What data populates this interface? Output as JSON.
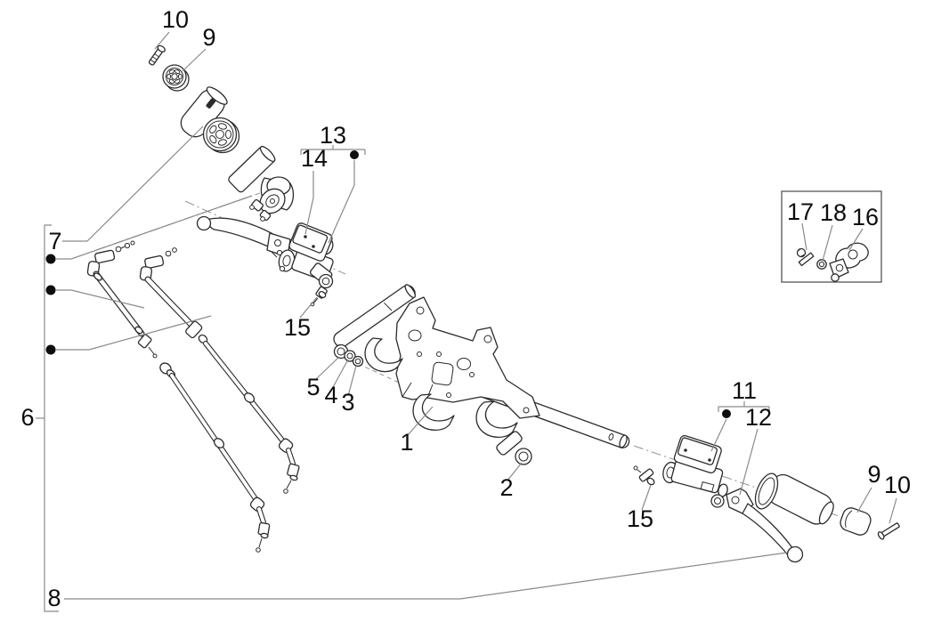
{
  "figure": {
    "kind": "exploded-parts-diagram",
    "background_color": "#ffffff",
    "outline_color": "#2b2b2b",
    "leader_color": "#8a8a8a",
    "label_color": "#0d0d0d"
  },
  "callouts": [
    {
      "text": "10"
    },
    {
      "text": "9"
    },
    {
      "text": "13"
    },
    {
      "text": "14"
    },
    {
      "text": "7"
    },
    {
      "text": "15"
    },
    {
      "text": "5"
    },
    {
      "text": "4"
    },
    {
      "text": "3"
    },
    {
      "text": "6"
    },
    {
      "text": "1"
    },
    {
      "text": "2"
    },
    {
      "text": "11"
    },
    {
      "text": "12"
    },
    {
      "text": "15"
    },
    {
      "text": "9"
    },
    {
      "text": "10"
    },
    {
      "text": "17"
    },
    {
      "text": "18"
    },
    {
      "text": "16"
    },
    {
      "text": "8"
    }
  ]
}
